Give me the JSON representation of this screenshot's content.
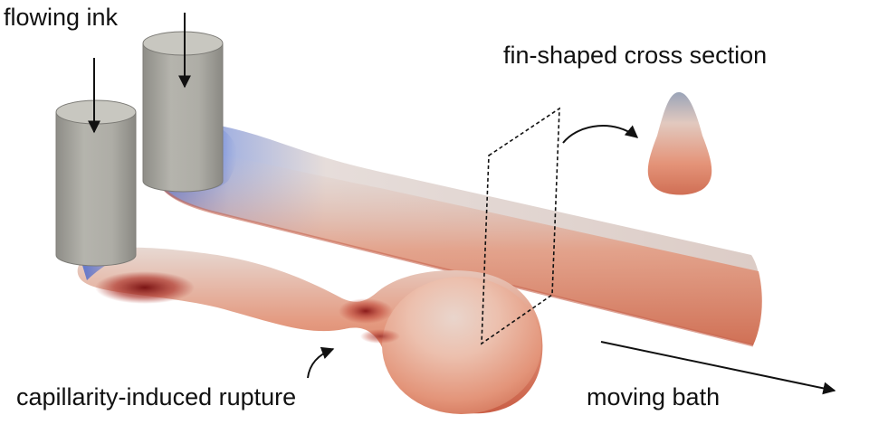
{
  "labels": {
    "flowing_ink": "flowing ink",
    "fin_shaped": "fin-shaped cross section",
    "rupture": "capillarity-induced rupture",
    "moving_bath": "moving bath"
  },
  "colors": {
    "nozzle": "#a9a8a1",
    "nozzle_top": "#c8c7c0",
    "ink_blue": "#4a6fd6",
    "ink_pale": "#e9dcd6",
    "ink_salmon": "#e08a6e",
    "ink_red": "#b03a30",
    "ink_dark_red": "#7a1414",
    "text": "#111111"
  },
  "icons": [
    "arrow-down-icon",
    "curved-arrow-icon",
    "arrow-right-icon"
  ]
}
